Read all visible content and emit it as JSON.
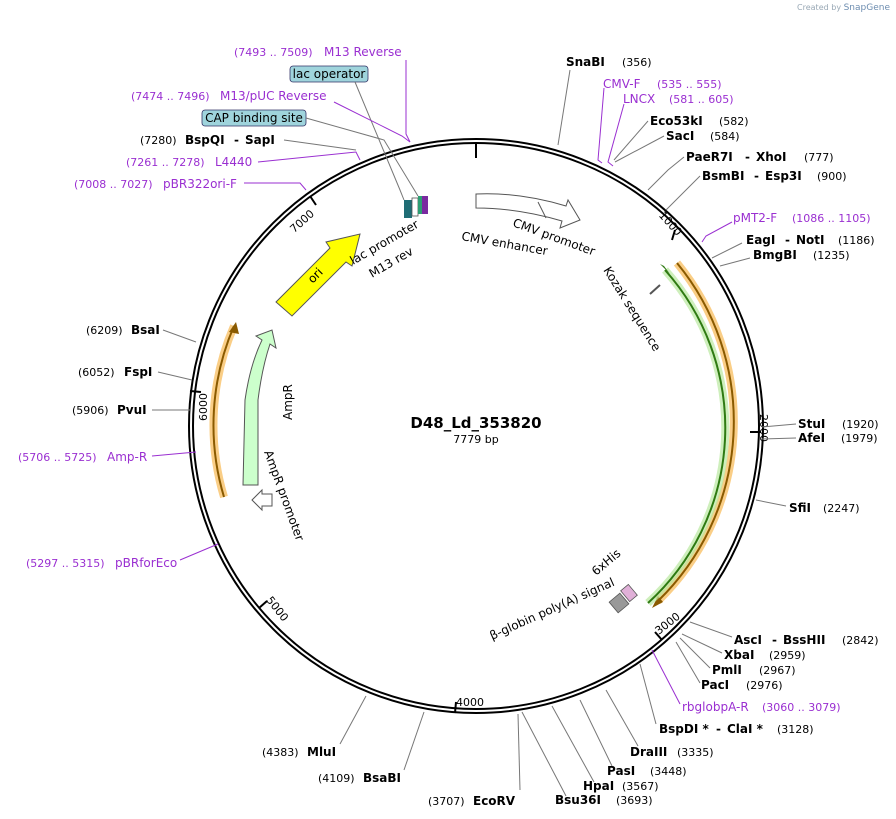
{
  "credit": {
    "created_by": "Created by",
    "brand": "SnapGene"
  },
  "plasmid": {
    "name": "D48_Ld_353820",
    "length_label": "7779 bp",
    "length": 7779
  },
  "ticks": [
    "1000",
    "2000",
    "3000",
    "4000",
    "5000",
    "6000",
    "7000"
  ],
  "sites": [
    {
      "name": "SnaBI",
      "pos": "(356)"
    },
    {
      "name": "Eco53kI",
      "pos": "(582)"
    },
    {
      "name": "SacI",
      "pos": "(584)"
    },
    {
      "name": "PaeR7I",
      "sep": "-",
      "name2": "XhoI",
      "pos": "(777)"
    },
    {
      "name": "BsmBI",
      "sep": "-",
      "name2": "Esp3I",
      "pos": "(900)"
    },
    {
      "name": "EagI",
      "sep": "-",
      "name2": "NotI",
      "pos": "(1186)"
    },
    {
      "name": "BmgBI",
      "pos": "(1235)"
    },
    {
      "name": "StuI",
      "pos": "(1920)"
    },
    {
      "name": "AfeI",
      "pos": "(1979)"
    },
    {
      "name": "SfiI",
      "pos": "(2247)"
    },
    {
      "name": "AscI",
      "sep": "-",
      "name2": "BssHII",
      "pos": "(2842)"
    },
    {
      "name": "XbaI",
      "pos": "(2959)"
    },
    {
      "name": "PmlI",
      "pos": "(2967)"
    },
    {
      "name": "PacI",
      "pos": "(2976)"
    },
    {
      "name": "BspDI *",
      "sep": "-",
      "name2": "ClaI *",
      "pos": "(3128)"
    },
    {
      "name": "DraIII",
      "pos": "(3335)"
    },
    {
      "name": "PasI",
      "pos": "(3448)"
    },
    {
      "name": "HpaI",
      "pos": "(3567)"
    },
    {
      "name": "Bsu36I",
      "pos": "(3693)"
    },
    {
      "name": "EcoRV",
      "pos": "(3707)"
    },
    {
      "name": "BsaBI",
      "pos": "(4109)"
    },
    {
      "name": "MluI",
      "pos": "(4383)"
    },
    {
      "name": "PvuI",
      "pos": "(5906)"
    },
    {
      "name": "FspI",
      "pos": "(6052)"
    },
    {
      "name": "BsaI",
      "pos": "(6209)"
    },
    {
      "name": "BspQI",
      "sep": "-",
      "name2": "SapI",
      "pos": "(7280)"
    }
  ],
  "primers": [
    {
      "name": "M13 Reverse",
      "range": "(7493 .. 7509)"
    },
    {
      "name": "M13/pUC Reverse",
      "range": "(7474 .. 7496)"
    },
    {
      "name": "L4440",
      "range": "(7261 .. 7278)"
    },
    {
      "name": "pBR322ori-F",
      "range": "(7008 .. 7027)"
    },
    {
      "name": "CMV-F",
      "range": "(535 .. 555)"
    },
    {
      "name": "LNCX",
      "range": "(581 .. 605)"
    },
    {
      "name": "pMT2-F",
      "range": "(1086 .. 1105)"
    },
    {
      "name": "rbglobpA-R",
      "range": "(3060 .. 3079)"
    },
    {
      "name": "Amp-R",
      "range": "(5706 .. 5725)"
    },
    {
      "name": "pBRforEco",
      "range": "(5297 .. 5315)"
    }
  ],
  "boxed_features": [
    {
      "name": "lac operator"
    },
    {
      "name": "CAP binding site"
    }
  ],
  "features": [
    {
      "name": "CMV enhancer"
    },
    {
      "name": "CMV promoter"
    },
    {
      "name": "Kozak sequence"
    },
    {
      "name": "6xHis"
    },
    {
      "name": "β-globin poly(A) signal"
    },
    {
      "name": "AmpR"
    },
    {
      "name": "AmpR promoter"
    },
    {
      "name": "ori"
    },
    {
      "name": "lac promoter"
    },
    {
      "name": "M13 rev"
    }
  ],
  "colors": {
    "backbone": "#000000",
    "primer": "#9a2fd1",
    "ori": "#ffff00",
    "ampr": "#ccffcc",
    "insert_orange": "#f5a623",
    "insert_green": "#4a8f1f",
    "boxed_feature": "#9fd4dc"
  }
}
